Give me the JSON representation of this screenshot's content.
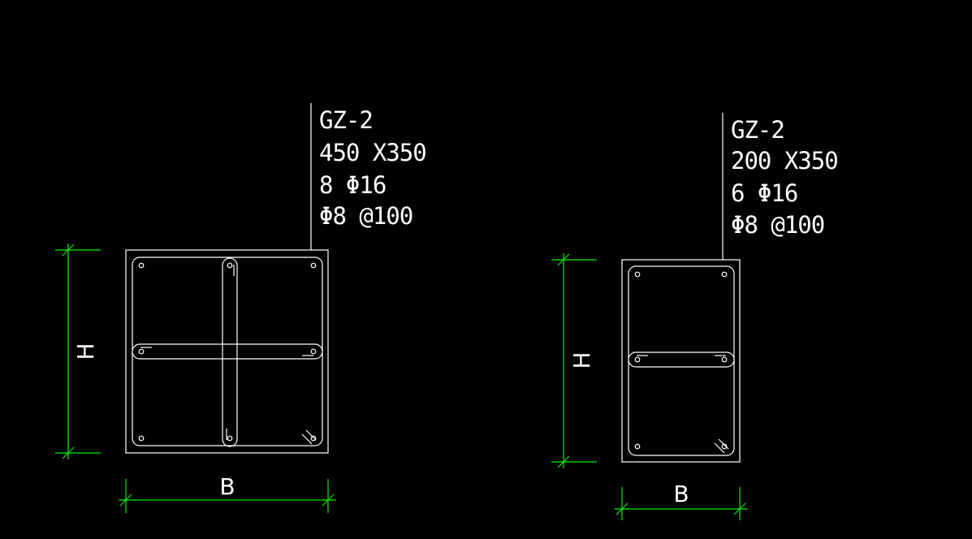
{
  "colors": {
    "background": "#000000",
    "geometry": "#ffffff",
    "dimension": "#00ee00"
  },
  "sections": [
    {
      "label_lines": [
        "GZ-2",
        "450 X350",
        "8 Φ16",
        "Φ8 @100"
      ],
      "height_label": "H",
      "width_label": "B"
    },
    {
      "label_lines": [
        "GZ-2",
        "200 X350",
        "6 Φ16",
        "Φ8 @100"
      ],
      "height_label": "H",
      "width_label": "B"
    }
  ]
}
